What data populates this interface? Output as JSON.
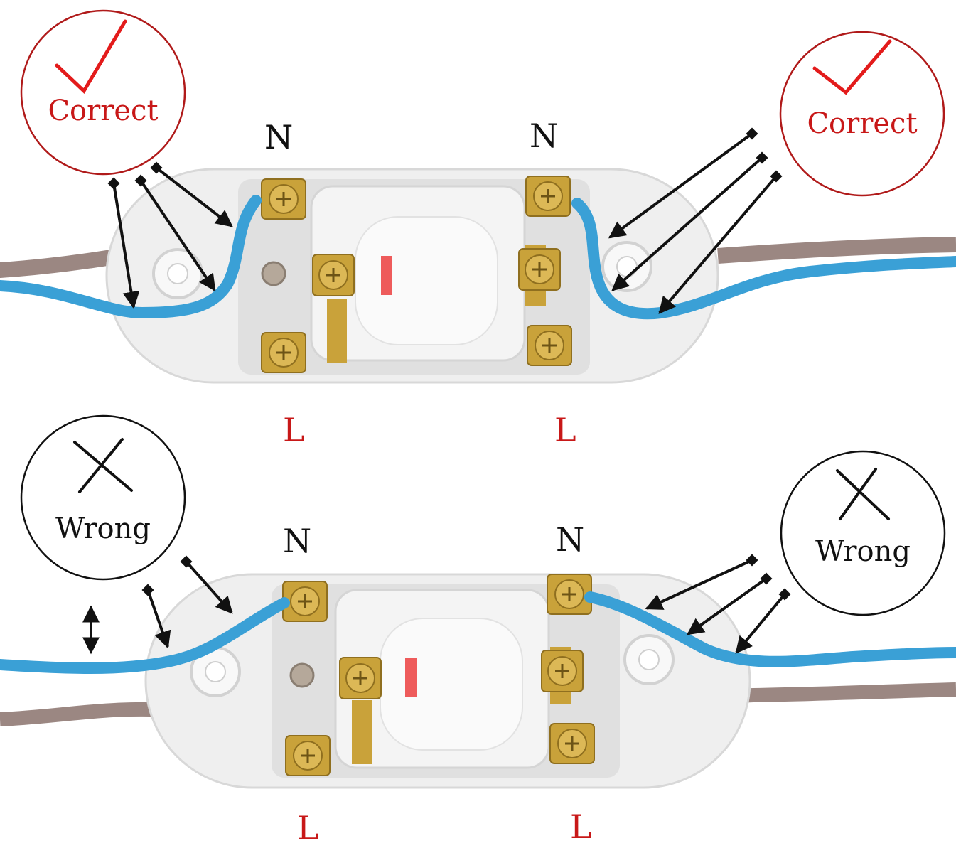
{
  "top_panel": {
    "verdict_left": "Correct",
    "verdict_right": "Correct",
    "verdict_color": "#c81818",
    "verdict_icon": "check-icon",
    "neutral_label_left": "N",
    "neutral_label_right": "N",
    "live_label_left": "L",
    "live_label_right": "L"
  },
  "bottom_panel": {
    "verdict_left": "Wrong",
    "verdict_right": "Wrong",
    "verdict_color": "#111111",
    "verdict_icon": "cross-icon",
    "neutral_label_left": "N",
    "neutral_label_right": "N",
    "live_label_left": "L",
    "live_label_right": "L"
  },
  "colors": {
    "neutral_wire": "#3aa0d6",
    "live_wire": "#9b8782",
    "terminal_brass": "#c9a23a",
    "housing": "#efefef",
    "live_label": "#c81818"
  }
}
